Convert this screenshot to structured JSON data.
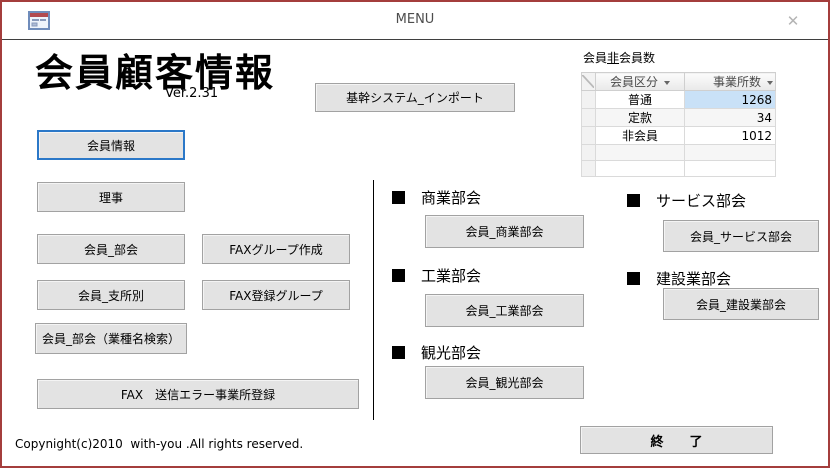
{
  "window": {
    "title": "MENU"
  },
  "icons": {
    "close": "✕"
  },
  "header": {
    "app_title": "会員顧客情報",
    "version": "Ver.2.31"
  },
  "toolbar": {
    "import_button": "基幹システム_インポート"
  },
  "member_table": {
    "label": {
      "part1": "会員",
      "part2_underlined": "非",
      "part3": "会員数"
    },
    "columns": [
      {
        "label": "会員区分"
      },
      {
        "label": "事業所数"
      }
    ],
    "rows": [
      {
        "category": "普通",
        "count": "1268"
      },
      {
        "category": "定款",
        "count": "34"
      },
      {
        "category": "非会員",
        "count": "1012"
      }
    ]
  },
  "left_buttons": {
    "member_info": "会員情報",
    "directors": "理事",
    "member_section": "会員_部会",
    "fax_group_create": "FAXグループ作成",
    "member_by_branch": "会員_支所別",
    "fax_registered_group": "FAX登録グループ",
    "member_section_search": "会員_部会（業種名検索）",
    "fax_error_register": "FAX　送信エラー事業所登録"
  },
  "sections": {
    "commerce": {
      "title": "商業部会",
      "button": "会員_商業部会"
    },
    "industry": {
      "title": "工業部会",
      "button": "会員_工業部会"
    },
    "tourism": {
      "title": "観光部会",
      "button": "会員_観光部会"
    },
    "service": {
      "title": "サービス部会",
      "button": "会員_サービス部会"
    },
    "construction": {
      "title": "建設業部会",
      "button": "会員_建設業部会"
    }
  },
  "footer": {
    "copyright": "Copynight(c)2010  with-you .All rights reserved.",
    "exit_button": "終　　了"
  },
  "colors": {
    "window_border": "#a43d3c",
    "focus_border": "#2b78c8",
    "selected_cell": "#c9e1f7"
  }
}
